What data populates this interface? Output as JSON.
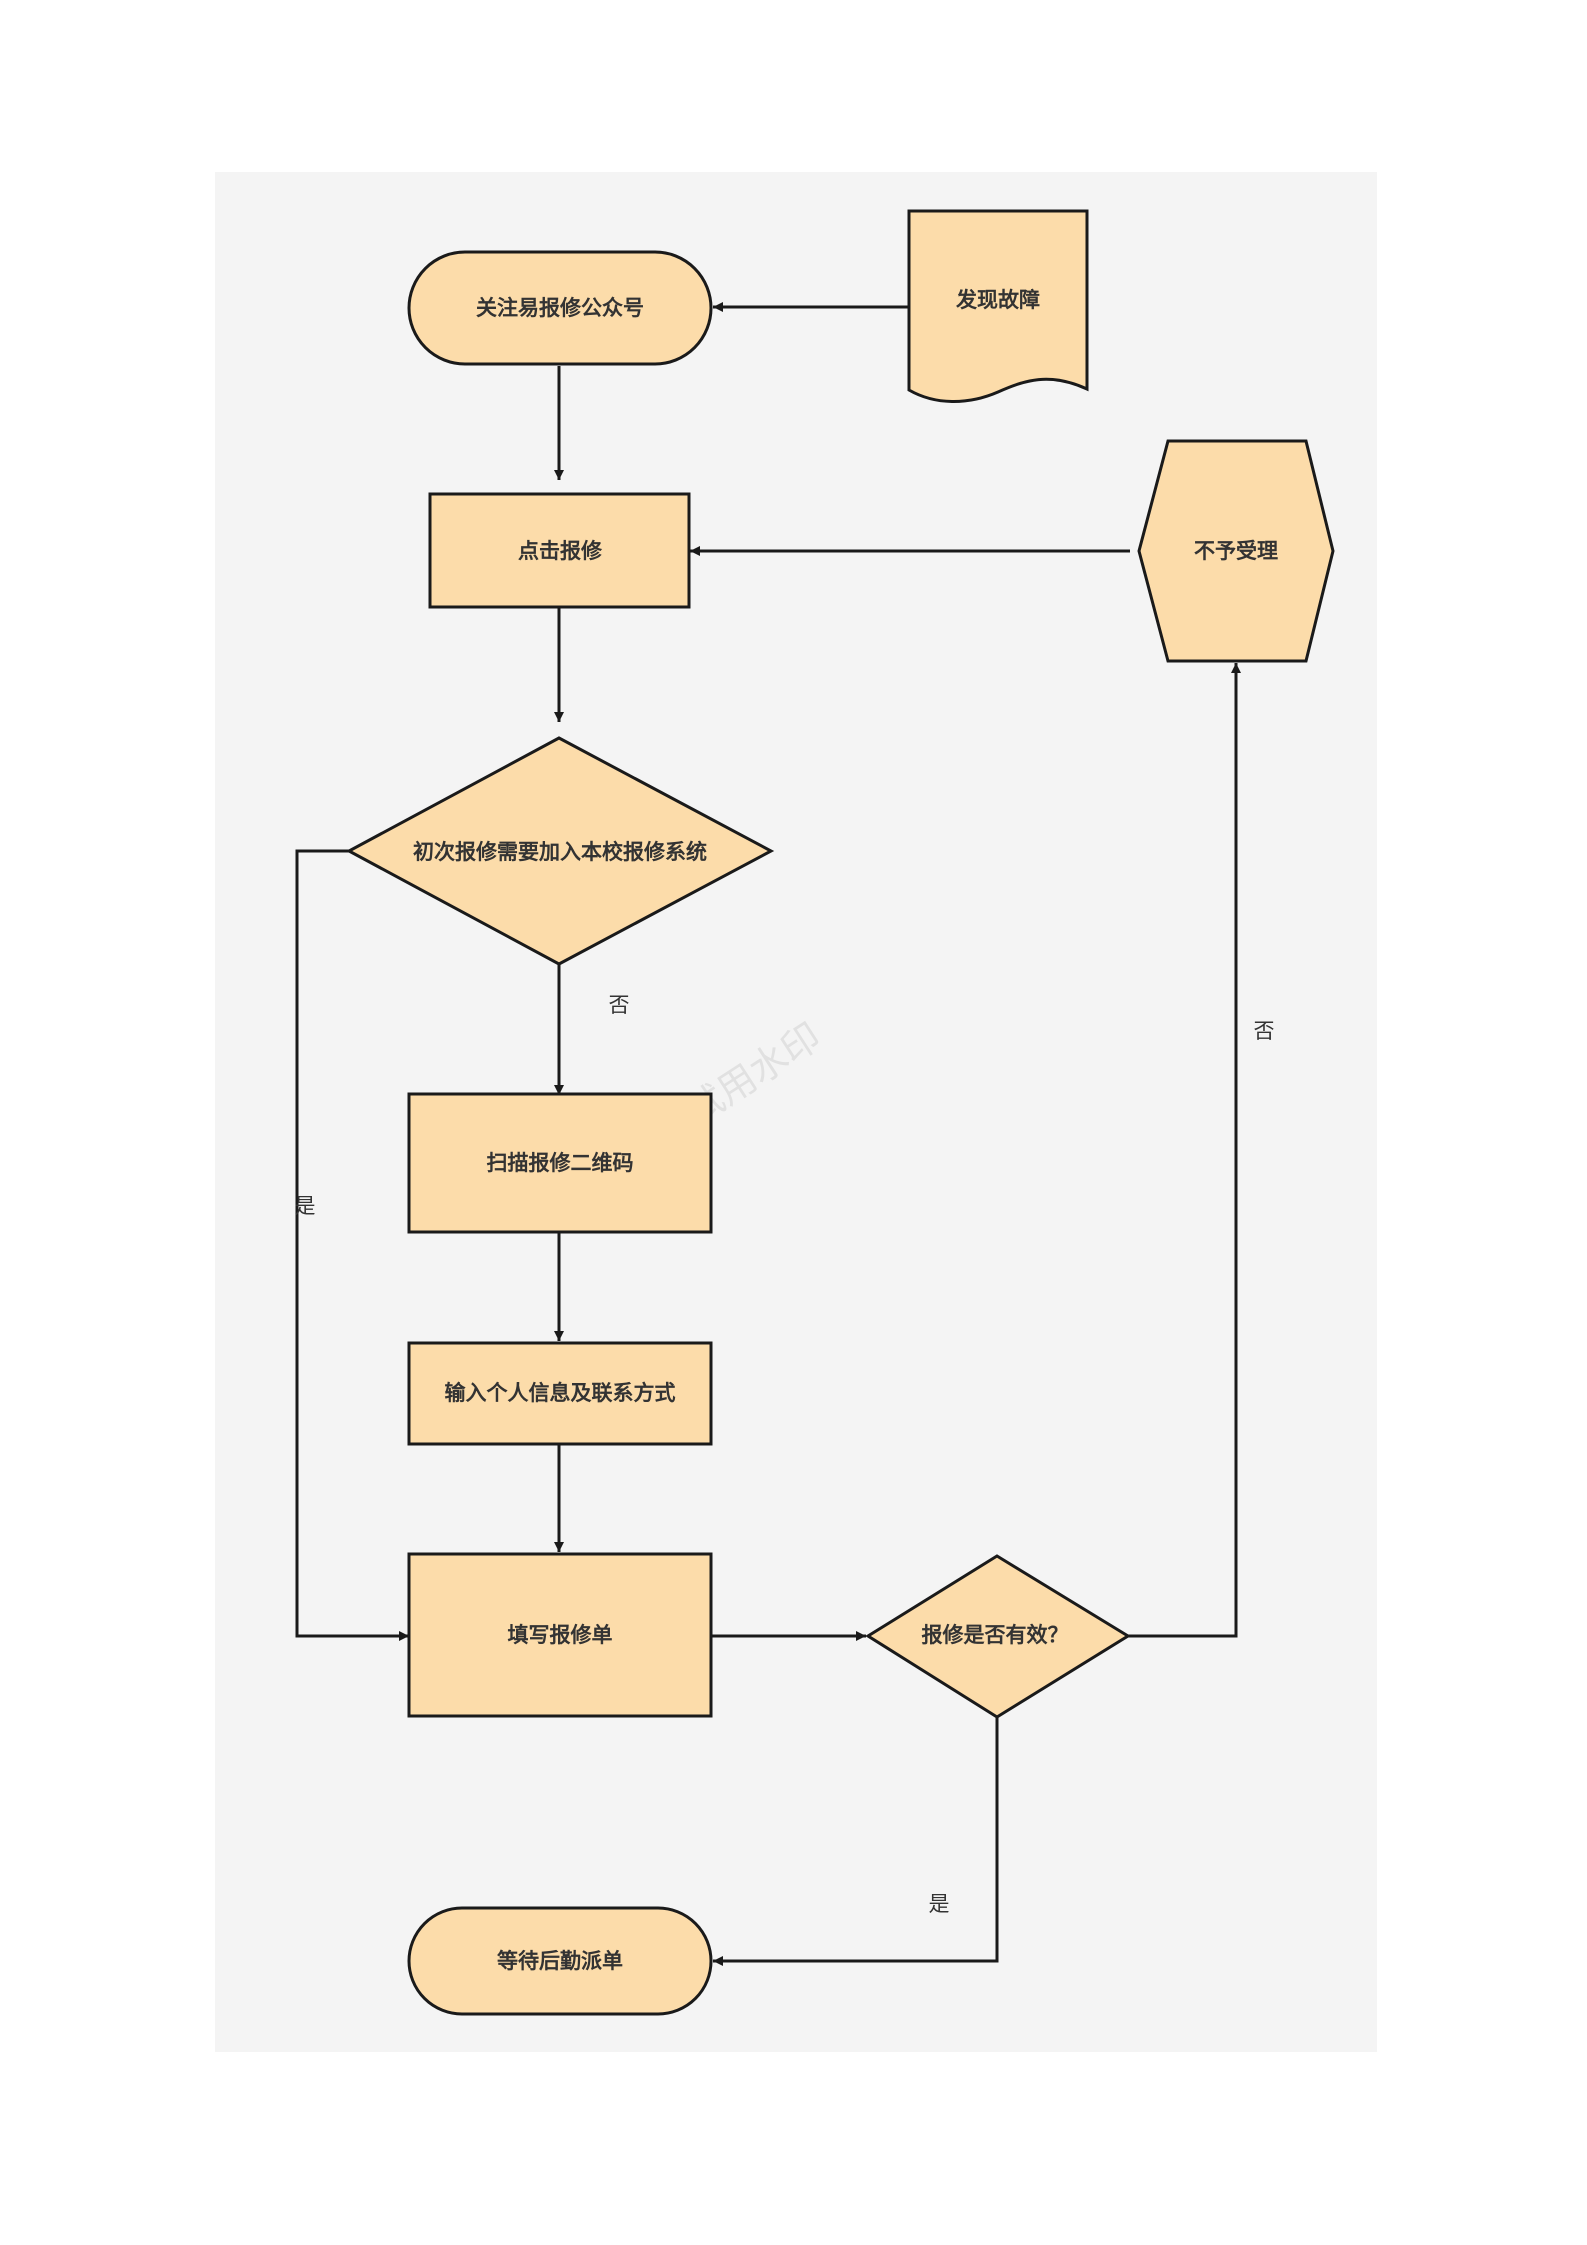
{
  "colors": {
    "canvas": "#f4f4f4",
    "node_fill": "#fcdcaa",
    "stroke": "#1a1a1a",
    "text": "#333333"
  },
  "watermark": "试用水印",
  "nodes": {
    "follow_account": "关注易报修公众号",
    "discover_fault": "发现故障",
    "click_repair": "点击报修",
    "not_accepted": "不予受理",
    "first_time_check": "初次报修需要加入本校报修系统",
    "scan_qr": "扫描报修二维码",
    "enter_info": "输入个人信息及联系方式",
    "fill_form": "填写报修单",
    "valid_check": "报修是否有效？",
    "wait_dispatch": "等待后勤派单"
  },
  "edge_labels": {
    "first_time_no": "否",
    "first_time_yes": "是",
    "valid_no": "否",
    "valid_yes": "是"
  }
}
